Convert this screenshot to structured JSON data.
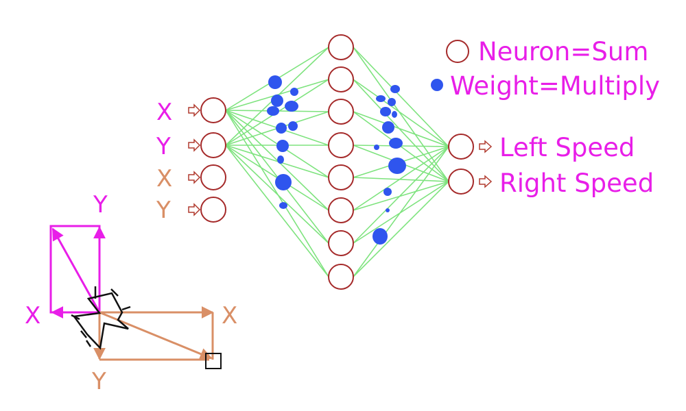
{
  "colors": {
    "magenta": "#e81ee8",
    "tan": "#d98f66",
    "neuron_stroke": "#a52a2a",
    "weight": "#2f55ee",
    "connection": "#7ee37e",
    "arrow_icon": "#b03a2e",
    "robot": "#111111",
    "target": "#111111"
  },
  "legend": {
    "neuron_label": "Neuron=Sum",
    "weight_label": "Weight=Multiply"
  },
  "inputs": [
    {
      "label": "X",
      "color": "magenta"
    },
    {
      "label": "Y",
      "color": "magenta"
    },
    {
      "label": "X",
      "color": "tan"
    },
    {
      "label": "Y",
      "color": "tan"
    }
  ],
  "outputs": [
    {
      "label": "Left Speed"
    },
    {
      "label": "Right Speed"
    }
  ],
  "hidden_layer_count": 8,
  "vector_diagram": {
    "magenta_x_label": "X",
    "magenta_y_label": "Y",
    "tan_x_label": "X",
    "tan_y_label": "Y"
  }
}
